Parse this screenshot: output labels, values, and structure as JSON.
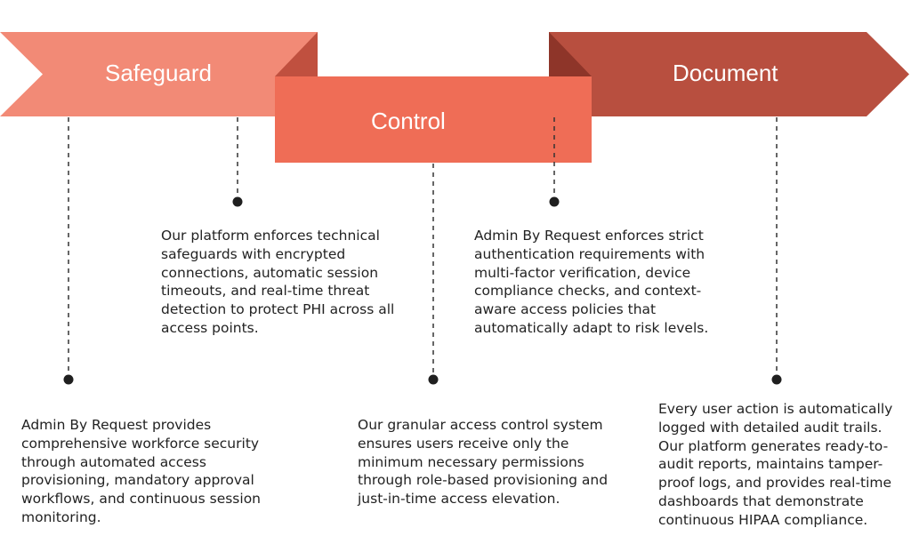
{
  "stages": [
    {
      "id": "safeguard",
      "label": "Safeguard",
      "color": "#f28a76"
    },
    {
      "id": "control",
      "label": "Control",
      "color": "#ef6d56"
    },
    {
      "id": "document",
      "label": "Document",
      "color": "#b84f3f"
    }
  ],
  "fold_colors": {
    "left": "#c0503f",
    "right": "#8e3529"
  },
  "descriptions": {
    "safeguard_top": "Our platform enforces technical safeguards with encrypted connections, automatic session timeouts, and real-time threat detection to protect PHI across all access points.",
    "safeguard_bottom": "Admin By Request provides comprehensive workforce security through automated access provisioning, mandatory approval workflows, and continuous session monitoring.",
    "control_top": "Admin By Request enforces strict authentication requirements with multi-factor verification, device compliance checks, and context-aware access policies that automatically adapt to risk levels.",
    "control_bottom": "Our granular access control system ensures users receive only the minimum necessary permissions through role-based provisioning and just-in-time access elevation.",
    "document_bottom": "Every user action is automatically logged with detailed audit trails. Our platform generates ready-to-audit reports, maintains tamper-proof logs, and provides real-time dashboards that demonstrate continuous HIPAA compliance."
  }
}
